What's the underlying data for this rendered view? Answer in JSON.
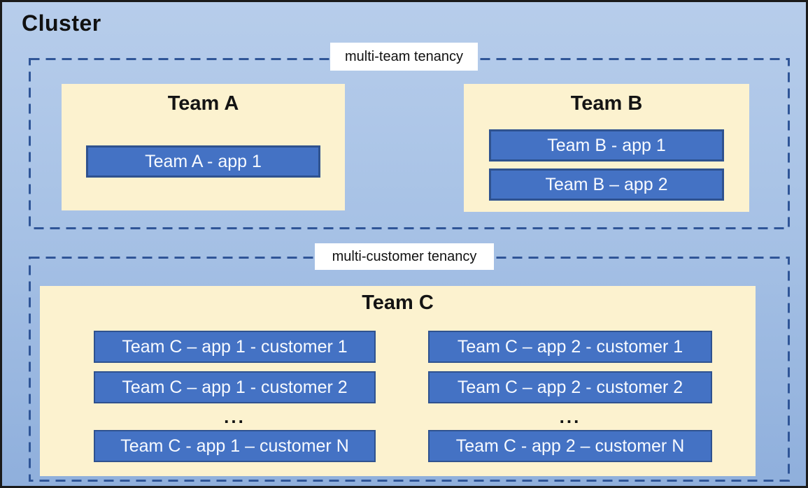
{
  "title": "Cluster",
  "sections": [
    {
      "label": "multi-team tenancy",
      "teams": [
        {
          "name": "Team A",
          "apps": [
            "Team A - app 1"
          ]
        },
        {
          "name": "Team B",
          "apps": [
            "Team B - app 1",
            "Team B – app 2"
          ]
        }
      ]
    },
    {
      "label": "multi-customer tenancy",
      "teams": [
        {
          "name": "Team C",
          "columns": [
            {
              "apps": [
                "Team C – app 1 - customer 1",
                "Team C – app 1 - customer 2",
                "Team C - app 1 – customer N"
              ],
              "ellipsis": "..."
            },
            {
              "apps": [
                "Team C – app 2 - customer 1",
                "Team C – app 2 - customer 2",
                "Team C - app 2 – customer N"
              ],
              "ellipsis": "..."
            }
          ]
        }
      ]
    }
  ],
  "colors": {
    "canvas_top": "#B7CDEB",
    "canvas_bottom": "#8FAFDC",
    "team_panel": "#FCF2CF",
    "app_fill": "#4472C4",
    "app_border": "#2F528F",
    "dashed_border": "#2F5597",
    "outer_border": "#1A1A1A",
    "label_bg": "#FFFFFF",
    "title_text": "#111111",
    "app_text": "#F7FAFF"
  }
}
